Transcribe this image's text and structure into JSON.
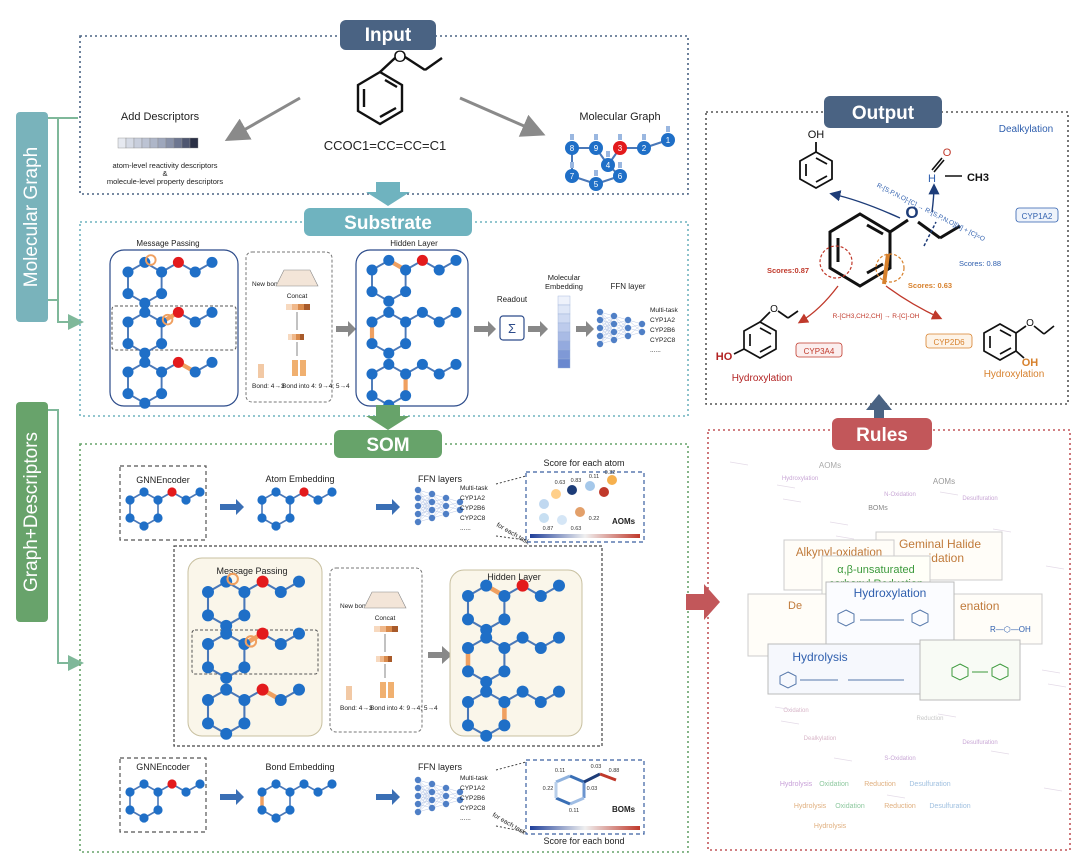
{
  "colors": {
    "input_header": "#4a6383",
    "substrate_header": "#6fb3bf",
    "som_header": "#67a36a",
    "output_header": "#4a6383",
    "rules_header": "#c2575a",
    "molecular_graph_side": "#79b3bb",
    "graph_descriptors_side": "#68a36b",
    "node_blue": "#1f6fc7",
    "node_red": "#e31a1c",
    "bond_orange": "#f0a060"
  },
  "sections": {
    "input": "Input",
    "substrate": "Substrate",
    "som": "SOM",
    "output": "Output",
    "rules": "Rules"
  },
  "side_labels": {
    "molecular_graph": "Molecular Graph",
    "graph_descriptors": "Graph+Descriptors"
  },
  "input_panel": {
    "smiles": "CCOC1=CC=CC=C1",
    "add_descriptors": "Add Descriptors",
    "descriptor_line1": "atom-level reactivity descriptors",
    "descriptor_amp": "&",
    "descriptor_line2": "molecule-level property descriptors",
    "molecular_graph": "Molecular Graph",
    "graph_nodes": [
      "8",
      "9",
      "4",
      "3",
      "2",
      "1",
      "7",
      "5",
      "6"
    ]
  },
  "substrate_panel": {
    "message_passing": "Message Passing",
    "hidden_layer": "Hidden Layer",
    "new_bond_vector": "New bond vector",
    "concat": "Concat",
    "bond_label": "Bond: 4→3",
    "bond_into": "Bond into 4: 9→4; 5→4",
    "readout": "Readout",
    "sigma": "Σ",
    "molecular_embedding": "Molecular Embedding",
    "ffn_layer": "FFN layer",
    "tasks": [
      "Multi-task",
      "CYP1A2",
      "CYP2B6",
      "CYP2C8",
      "......"
    ]
  },
  "som_panel": {
    "gnn_encoder": "GNNEncoder",
    "atom_embedding": "Atom Embedding",
    "bond_embedding": "Bond Embedding",
    "ffn_layers": "FFN layers",
    "tasks": [
      "Multi-task",
      "CYP1A2",
      "CYP2B6",
      "CYP2C8",
      "......"
    ],
    "for_each_task": "for each task",
    "score_each_atom": "Score for each atom",
    "score_each_bond": "Score for each bond",
    "aoms": "AOMs",
    "boms": "BOMs",
    "atom_scores": [
      "0.63",
      "0.83",
      "0.11",
      "0.32",
      "0.87",
      "0.63",
      "0.22"
    ],
    "bond_scores": [
      "0.11",
      "0.03",
      "0.03",
      "0.88",
      "0.22",
      "0.11"
    ],
    "message_passing": "Message Passing",
    "hidden_layer": "Hidden Layer",
    "new_bond_vector": "New bond vector",
    "concat": "Concat",
    "bond_label": "Bond: 4→3",
    "bond_into": "Bond into 4: 9→4; 5→4"
  },
  "output_panel": {
    "dealkylation": "Dealkylation",
    "oh": "OH",
    "h": "H",
    "ch3": "CH3",
    "o": "O",
    "rule_top": "R-[S,P,N,O]-[C] → R-[S,P,N,O][H] + [C]=O",
    "score_top": "Scores: 0.88",
    "score_left": "Scores:0.87",
    "score_right": "Scores: 0.63",
    "rule_bottom": "R-[CH3,CH2,CH] → R-[C]-OH",
    "enzyme_top": "CYP1A2",
    "enzyme_left": "CYP3A4",
    "enzyme_right": "CYP2D6",
    "ho": "HO",
    "hydroxylation_left": "Hydroxylation",
    "hydroxylation_right": "Hydroxylation"
  },
  "rules_panel": {
    "cards": {
      "alkynyl": "Alkynyl-oxidation",
      "geminal": "Geminal Halide oxidation",
      "alpha_beta": "α,β-unsaturated carbonyl Reduction",
      "hydroxylation": "Hydroxylation",
      "hydrolysis": "Hydrolysis",
      "partial_de": "De",
      "partial_enation": "enation"
    },
    "background_words": [
      "AOMs",
      "AOMs",
      "BOMs",
      "Hydroxylation",
      "N-Oxidation",
      "Desulfuration",
      "Oxidation",
      "Reduction",
      "Desulfuration",
      "Hydrolysis",
      "Oxidation",
      "Reduction",
      "Desulfuration",
      "Hydrolysis",
      "Oxidation",
      "Reduction",
      "Desulfuration",
      "Hydrolysis",
      "S-Oxidation",
      "Dealkylation"
    ]
  }
}
